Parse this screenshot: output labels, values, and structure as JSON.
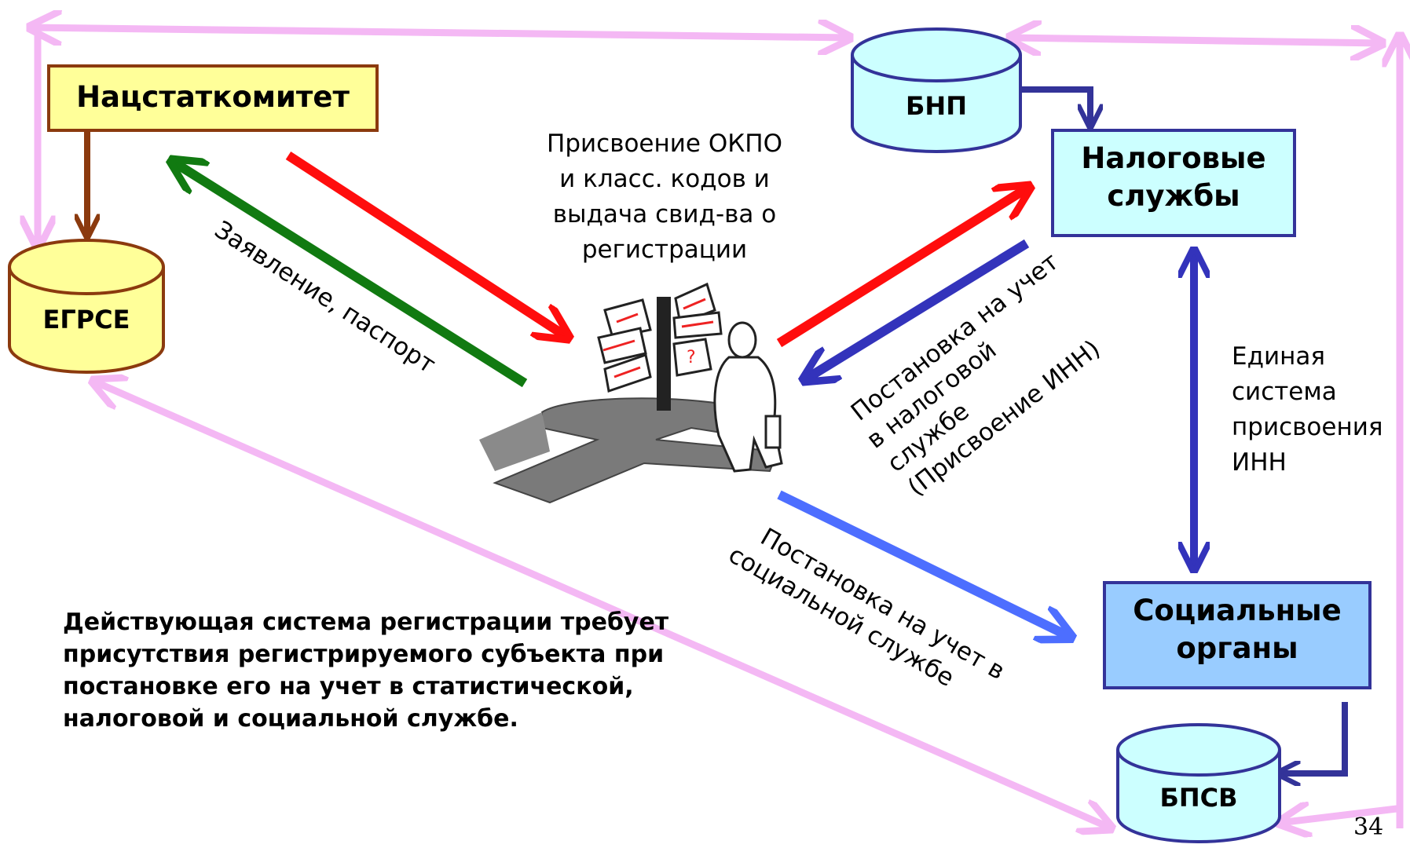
{
  "nodes": {
    "natsstat": "Нацстаткомитет",
    "egrse": "ЕГРСЕ",
    "bnp": "БНП",
    "tax": [
      "Налоговые",
      "службы"
    ],
    "social": [
      "Социальные",
      "органы"
    ],
    "bpsv": "БПСВ"
  },
  "edges": {
    "application": "Заявление, паспорт",
    "okpo": [
      "Присвоение ОКПО",
      "и класс. кодов и",
      "выдача свид-ва о",
      "регистрации"
    ],
    "tax_registration": [
      "Постановка на учет",
      "в налоговой",
      "службе",
      "(Присвоение ИНН)"
    ],
    "social_registration": [
      "Постановка на учет в",
      "социальной службе"
    ],
    "inn_system": [
      "Единая",
      "система",
      "присвоения",
      "ИНН"
    ]
  },
  "note": "Действующая система регистрации требует присутствия регистрируемого субъекта при постановке его на учет в статистической, налоговой и социальной службе.",
  "page_number": "34",
  "colors": {
    "pink": "#f4b8f4",
    "red": "#ff0d0d",
    "green": "#117a11",
    "darkblue": "#3333bb",
    "blue": "#4d6eff",
    "brown": "#8b3a0e",
    "natsstat_fill": "#ffff99",
    "cylinder_yellow": "#ffff99",
    "cylinder_cyan": "#ccffff",
    "tax_fill": "#ccffff",
    "social_fill": "#99ccff"
  }
}
